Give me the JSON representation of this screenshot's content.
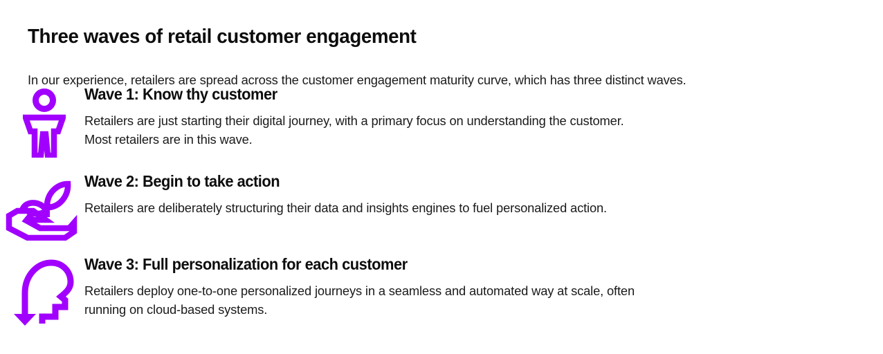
{
  "theme": {
    "accent_purple": "#a100ff",
    "text_color": "#1a1a1a",
    "heading_color": "#0d0d0d",
    "background": "#ffffff"
  },
  "page": {
    "title": "Three waves of retail customer engagement",
    "intro": "In our experience, retailers are spread across the customer engagement maturity curve, which has three distinct waves."
  },
  "waves": [
    {
      "icon": "person-icon",
      "heading": "Wave 1: Know thy customer",
      "lines": [
        "Retailers are just starting their digital journey, with a primary focus on understanding the customer.",
        "Most retailers are in this wave."
      ]
    },
    {
      "icon": "hand-with-sprout-icon",
      "heading": "Wave 2: Begin to take action",
      "lines": [
        "Retailers are deliberately structuring their data and insights engines to fuel personalized action."
      ]
    },
    {
      "icon": "head-profile-arrow-icon",
      "heading": "Wave 3: Full personalization for each customer",
      "lines": [
        "Retailers deploy one-to-one personalized journeys in a seamless and automated way at scale, often",
        "running on cloud-based systems."
      ]
    }
  ]
}
